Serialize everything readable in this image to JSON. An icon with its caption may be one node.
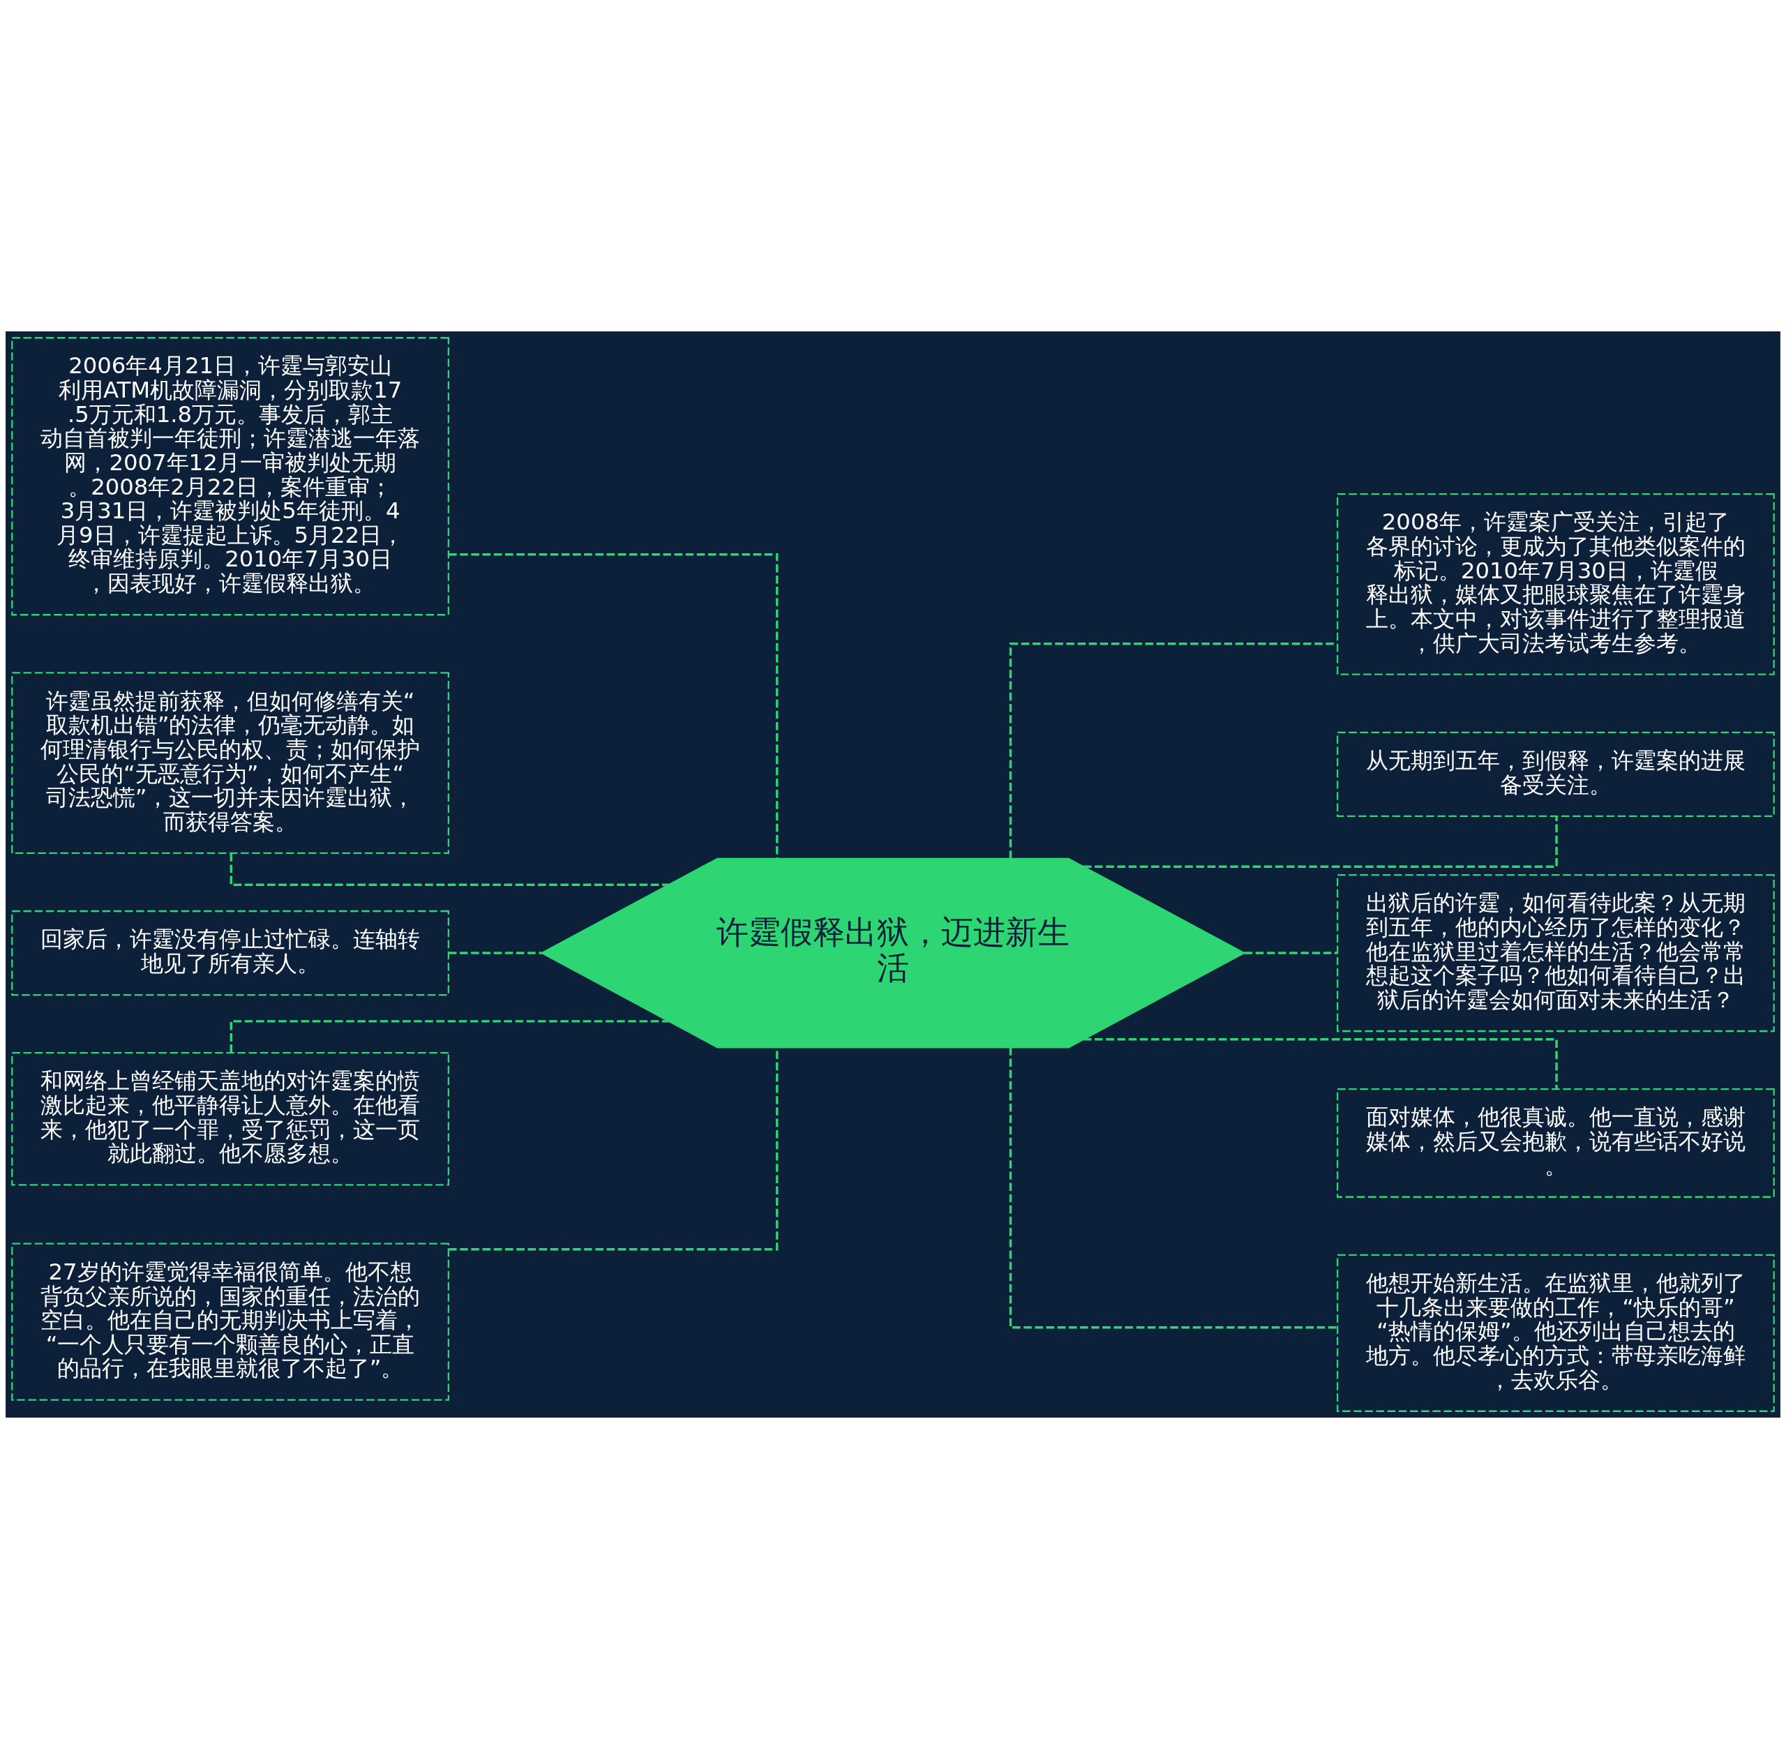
{
  "diagram": {
    "nodes": [
      {
        "text": [
          "许霆假释出狱，迈进新生活"
        ]
      },
      {
        "text": [
          "2006年4月21日，许霆与郭安山利用ATM机故障漏洞，分别取款17.5万元和1.8万元。事发后，郭主动自首被判一年徒刑；许霆潜逃一年落网，2007年12月一审被判处无期。2008年2月22日，案件重审；3月31日，许霆被判处5年徒刑。4月9日，许霆提起上诉。5月22日，终审维持原判。2010年7月30日，因表现好，许霆假释出狱。"
        ]
      },
      {
        "text": [
          "许霆虽然提前获释，但如何修缮有关“取款机出错”的法律，仍毫无动静。如何理清银行与公民的权、责；如何保护公民的“无恶意行为”，如何不产生“司法恐慌”，这一切并未因许霆出狱，而获得答案。"
        ]
      },
      {
        "text": [
          "回家后，许霆没有停止过忙碌。连轴转地见了所有亲人。"
        ]
      },
      {
        "text": [
          "和网络上曾经铺天盖地的对许霆案的愤激比起来，他平静得让人意外。在他看来，他犯了一个罪，受了惩罚，这一页就此翻过。他不愿多想。"
        ]
      },
      {
        "text": [
          "27岁的许霆觉得幸福很简单。他不想背负父亲所说的，国家的重任，法治的空白。他在自己的无期判决书上写着，“一个人只要有一个颗善良的心，正直的品行，在我眼里就很了不起了”。"
        ]
      },
      {
        "text": [
          "2008年，许霆案广受关注，引起了各界的讨论，更成为了其他类似案件的标记。2010年7月30日，许霆假释出狱，媒体又把眼球聚焦在了许霆身上。本文中，对该事件进行了整理报道，供广大司法考试考生参考。"
        ]
      },
      {
        "text": [
          "从无期到五年，到假释，许霆案的进展备受关注。"
        ]
      },
      {
        "text": [
          "出狱后的许霆，如何看待此案？从无期到五年，他的内心经历了怎样的变化？他在监狱里过着怎样的生活？他会常常想起这个案子吗？他如何看待自己？出狱后的许霆会如何面对未来的生活？"
        ]
      },
      {
        "text": [
          "面对媒体，他很真诚。他一直说，感谢媒体，然后又会抱歉，说有些话不好说。"
        ]
      },
      {
        "text": [
          "他想开始新生活。在监狱里，他就列了十几条出来要做的工作，“快乐的哥”“热情的保姆”。他还列出自己想去的地方。他尽孝心的方式：带母亲吃海鲜，去欢乐谷。"
        ]
      }
    ],
    "edges": [
      {
        "from": 0,
        "to": 1,
        "arrow": "none"
      },
      {
        "from": 0,
        "to": 2,
        "arrow": "none"
      },
      {
        "from": 0,
        "to": 3,
        "arrow": "none"
      },
      {
        "from": 0,
        "to": 4,
        "arrow": "none"
      },
      {
        "from": 0,
        "to": 5,
        "arrow": "none"
      },
      {
        "from": 0,
        "to": 6,
        "arrow": "none"
      },
      {
        "from": 0,
        "to": 7,
        "arrow": "none"
      },
      {
        "from": 0,
        "to": 8,
        "arrow": "none"
      },
      {
        "from": 0,
        "to": 9,
        "arrow": "none"
      },
      {
        "from": 0,
        "to": 10,
        "arrow": "none"
      }
    ]
  }
}
